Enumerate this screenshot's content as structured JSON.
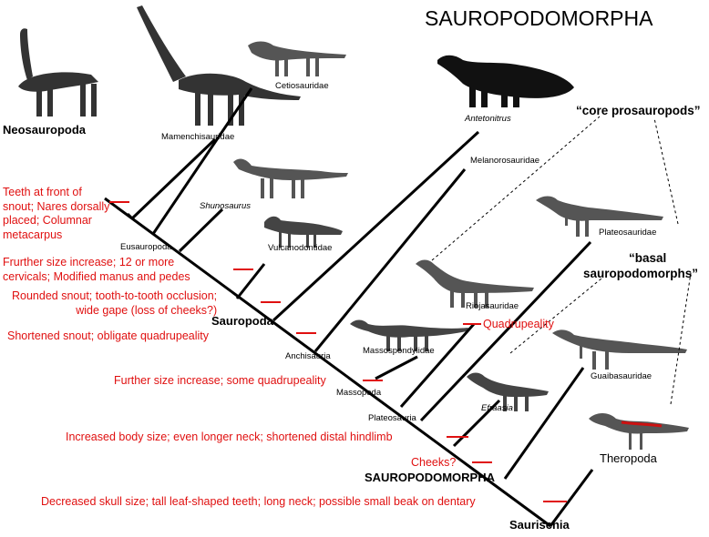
{
  "title": "SAUROPODOMORPHA",
  "groups": {
    "core_prosauropods": "“core prosauropods”",
    "basal_sauropodomorphs_line1": "“basal",
    "basal_sauropodomorphs_line2": "sauropodomorphs”"
  },
  "taxa": {
    "neosauropoda": "Neosauropoda",
    "mamenchisauridae": "Mamenchisauridae",
    "cetiosauridae": "Cetiosauridae",
    "antetonitrus": "Antetonitrus",
    "melanorosauridae": "Melanorosauridae",
    "plateosauridae": "Plateosauridae",
    "shunosaurus": "Shunosaurus",
    "vulcanodontidae": "Vulcanodontidae",
    "riojasauridae": "Riojasauridae",
    "massospondylidae": "Massospondylidae",
    "guaibasauridae": "Guaibasauridae",
    "efraasia": "Efraasia",
    "theropoda": "Theropoda"
  },
  "nodes": {
    "eusauropoda": "Eusauropoda",
    "sauropoda": "Sauropoda",
    "anchisauria": "Anchisauria",
    "massopoda": "Massopoda",
    "plateosauria": "Plateosauria",
    "sauropodomorpha": "SAUROPODOMORPHA",
    "saurischia": "Saurischia"
  },
  "characters": {
    "teeth": [
      "Teeth at front of",
      "snout; Nares dorsally",
      "placed; Columnar",
      "metacarpus"
    ],
    "size12": [
      "Frurther size increase; 12 or more",
      "cervicals; Modified manus and pedes"
    ],
    "snout": [
      "Rounded snout; tooth-to-tooth occlusion;",
      "wide gape (loss of cheeks?)"
    ],
    "shortened": "Shortened snout; obligate quadrupeality",
    "quadrupeality": "Quadrupeality",
    "further": "Further size increase; some quadrupeality",
    "increased": "Increased body size; even longer neck; shortened distal hindlimb",
    "cheeks": "Cheeks?",
    "decreased": "Decreased skull size; tall leaf-shaped teeth; long neck; possible small beak on dentary"
  },
  "colors": {
    "character": "#e01010",
    "branch": "#000000",
    "silhouette": "#2a2a2a",
    "bone": "#e8e8e8"
  },
  "icons": [
    "neosauropod-skeleton-icon",
    "mamenchisaurid-skeleton-icon",
    "cetiosaurid-skeleton-icon",
    "antetonitrus-skeleton-icon",
    "shunosaurus-skeleton-icon",
    "vulcanodontid-skeleton-icon",
    "plateosaurid-skeleton-icon",
    "riojasaurid-skeleton-icon",
    "massospondylid-skeleton-icon",
    "guaibasaurid-skeleton-icon",
    "efraasia-skeleton-icon",
    "theropod-skeleton-icon"
  ]
}
